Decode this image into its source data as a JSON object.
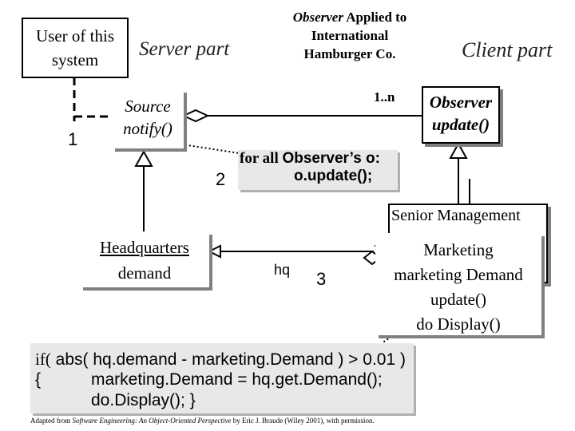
{
  "title": {
    "line1_italic": "Observer",
    "line1_rest": " Applied to",
    "line2": "International",
    "line3": "Hamburger Co."
  },
  "user_box": {
    "line1": "User of this",
    "line2": "system"
  },
  "server_part": "Server part",
  "client_part": "Client part",
  "source_class": {
    "name": "Source",
    "method": "notify()"
  },
  "observer_class": {
    "name": "Observer",
    "method": "update()"
  },
  "multiplicity": "1..n",
  "step_labels": {
    "one": "1",
    "two": "2",
    "three": "3"
  },
  "notify_note": {
    "prefix": "for all ",
    "line1": "Observer’s o:",
    "line2": "o.update();"
  },
  "senior_management": {
    "name": "Senior Management"
  },
  "headquarters": {
    "line1": "Headquarters",
    "line2": "demand"
  },
  "hq_label": "hq",
  "marketing": {
    "name": "Marketing",
    "attribute": "marketing Demand",
    "method1": "update()",
    "method2": "do Display()"
  },
  "update_code": {
    "line1a": "if(",
    "line1b": " abs( hq.demand - marketing.Demand ) > 0.01 )",
    "line2_brace": "{",
    "line2_code": "marketing.Demand = hq.get.Demand();",
    "line3": "do.Display(); }"
  },
  "attribution": {
    "prefix": "Adapted from ",
    "book": "Software Engineering: An Object-Oriented Perspective",
    "suffix": " by Eric J. Braude (Wiley 2001), with permission."
  }
}
